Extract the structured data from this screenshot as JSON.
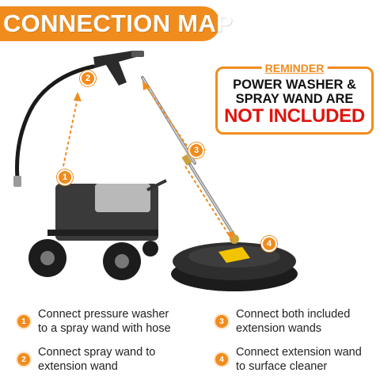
{
  "title": "CONNECTION MAP",
  "reminder": {
    "label": "REMINDER",
    "line1": "POWER WASHER &",
    "line2": "SPRAY WAND ARE",
    "alert": "NOT INCLUDED"
  },
  "step_badges": [
    "1",
    "2",
    "3",
    "4"
  ],
  "steps": [
    {
      "number": "1",
      "line1": "Connect pressure washer",
      "line2": "to a spray wand with hose"
    },
    {
      "number": "2",
      "line1": "Connect spray wand to",
      "line2": "extension wand"
    },
    {
      "number": "3",
      "line1": "Connect both included",
      "line2": "extension wands"
    },
    {
      "number": "4",
      "line1": "Connect extension wand",
      "line2": "to surface cleaner"
    }
  ],
  "colors": {
    "accent": "#f08c1e",
    "alert": "#e0140e",
    "text": "#222222"
  }
}
